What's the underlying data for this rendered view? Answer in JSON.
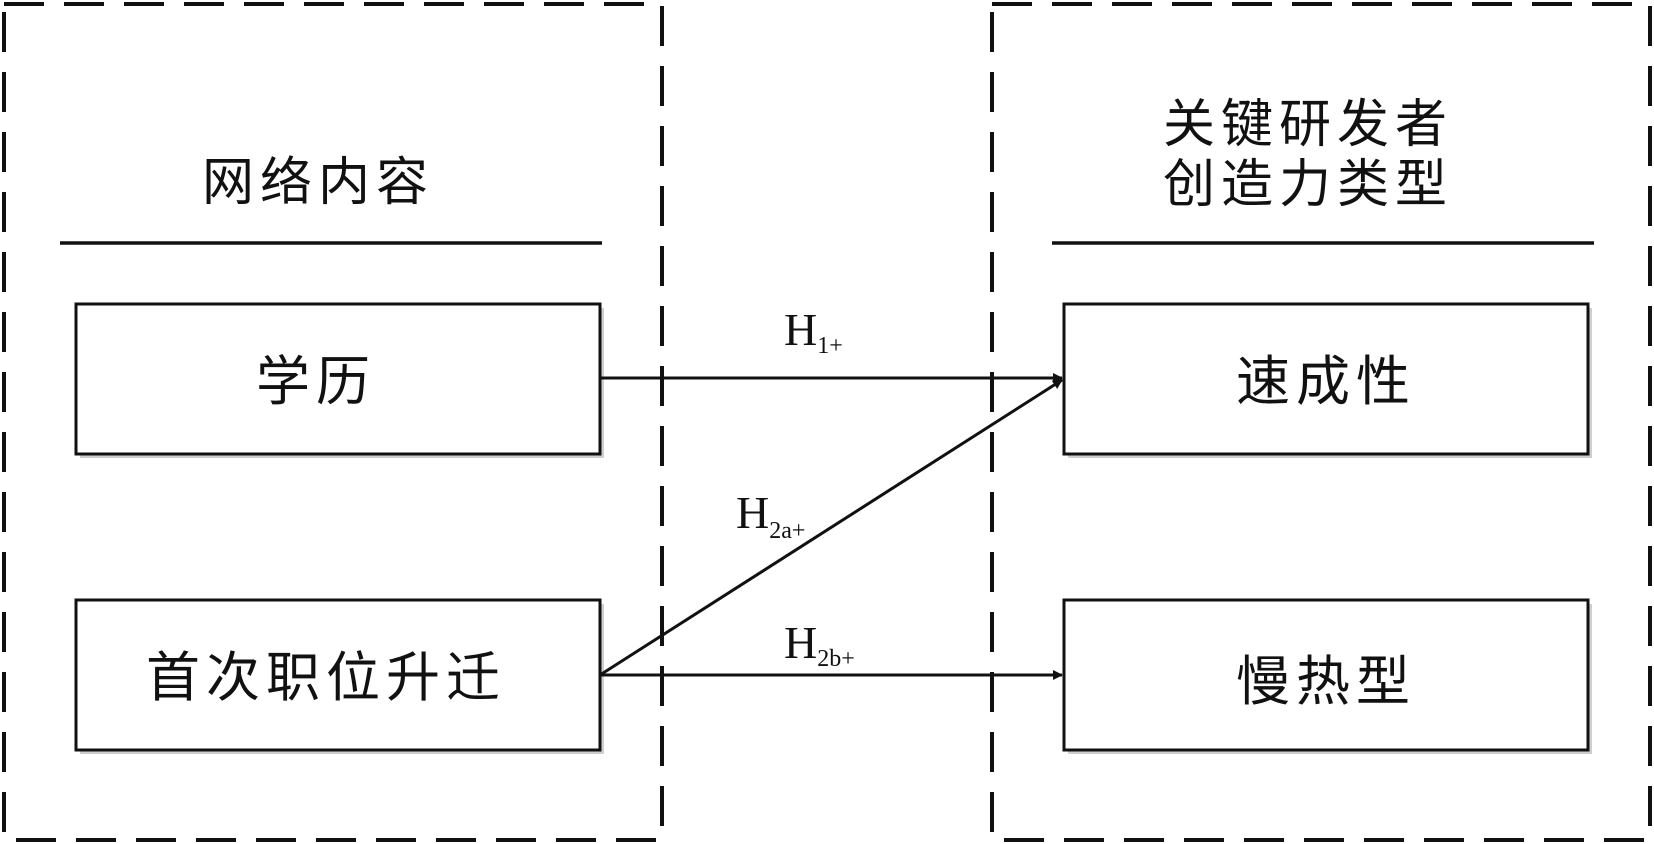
{
  "left_section": {
    "title": "网络内容",
    "items": [
      "学历",
      "首次职位升迁"
    ]
  },
  "right_section": {
    "title_line1": "关键研发者",
    "title_line2": "创造力类型",
    "items": [
      "速成性",
      "慢热型"
    ]
  },
  "hypotheses": {
    "h1": {
      "main": "H",
      "sub": "1+"
    },
    "h2a": {
      "main": "H",
      "sub": "2a+"
    },
    "h2b": {
      "main": "H",
      "sub": "2b+"
    }
  }
}
